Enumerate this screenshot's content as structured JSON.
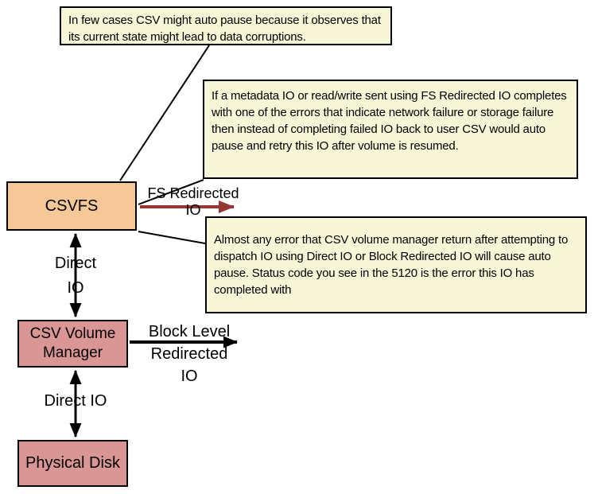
{
  "colors": {
    "node_peach": "#F6C897",
    "node_pink": "#D99694",
    "callout_yellow": "#F7F7D7",
    "arrow_maroon": "#953735",
    "line_black": "#000000"
  },
  "nodes": {
    "csvfs": "CSVFS",
    "csv_volume_manager": "CSV Volume Manager",
    "physical_disk": "Physical Disk"
  },
  "callouts": {
    "auto_pause": "In few cases CSV might auto pause because it observes that its current state might lead to data corruptions.",
    "fs_redirected": "If a metadata IO or read/write sent using FS Redirected IO completes with one of the errors that indicate network failure or storage failure then instead of completing failed IO back to user CSV would auto pause and retry this IO after volume is resumed.",
    "volume_manager_error": "Almost any error that CSV volume manager return after attempting to dispatch IO using Direct IO or Block Redirected IO will cause auto pause. Status code you see in the 5120 is the error this IO has completed with"
  },
  "edge_labels": {
    "fs_redirected_io": "FS Redirected\nIO",
    "direct_io_upper": "Direct\nIO",
    "block_level_redirected_io": "Block Level\nRedirected\nIO",
    "direct_io_lower": "Direct IO"
  }
}
